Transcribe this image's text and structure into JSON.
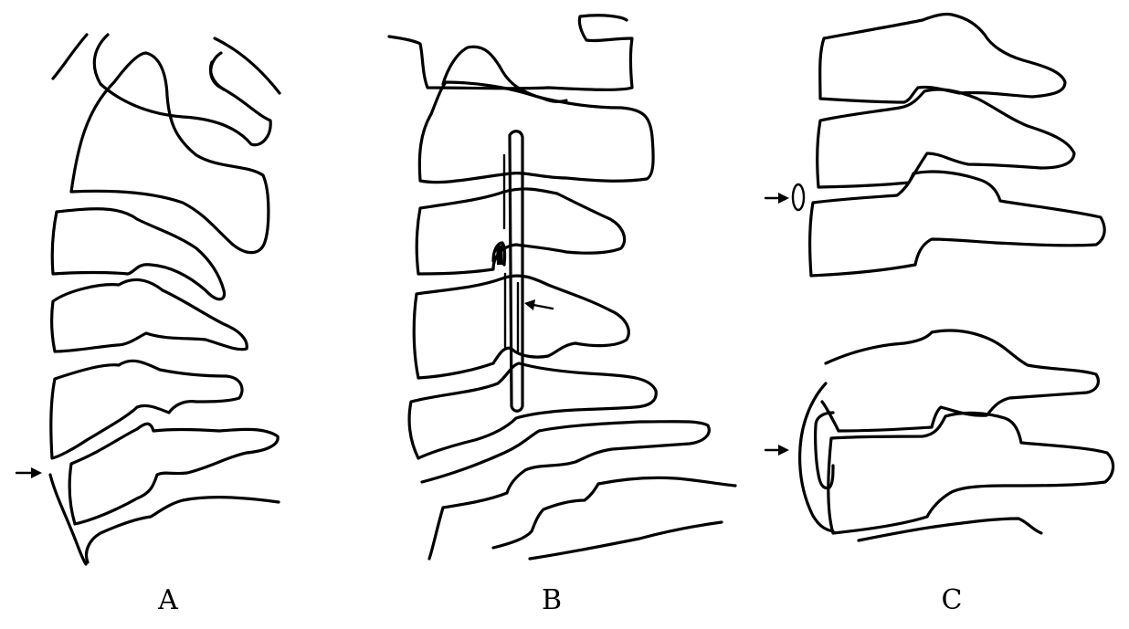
{
  "figure": {
    "panels": [
      {
        "id": "A",
        "label": "A"
      },
      {
        "id": "B",
        "label": "B"
      },
      {
        "id": "C",
        "label": "C"
      }
    ],
    "ink_color": "#000000",
    "background_color": "#ffffff"
  }
}
